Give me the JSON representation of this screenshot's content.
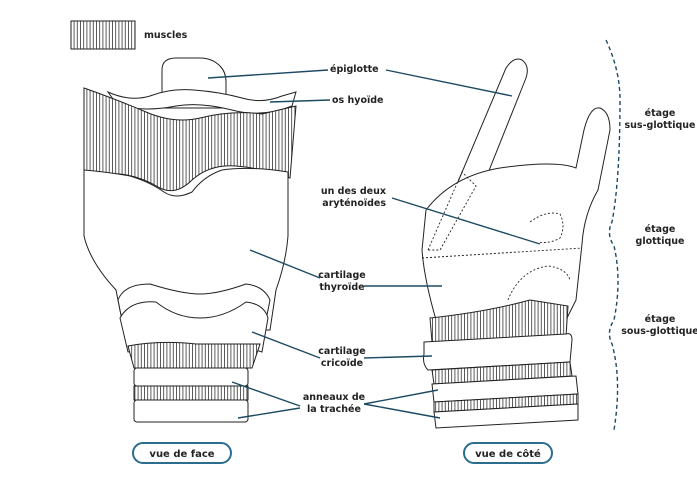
{
  "legend": {
    "label": "muscles"
  },
  "labels": {
    "epiglotte": "épiglotte",
    "os_hyoide": "os hyoïde",
    "aryt_1": "un des deux",
    "aryt_2": "aryténoïdes",
    "thyro_1": "cartilage",
    "thyro_2": "thyroïde",
    "crico_1": "cartilage",
    "crico_2": "cricoïde",
    "anneaux_1": "anneaux de",
    "anneaux_2": "la trachée"
  },
  "levels": {
    "sus_1": "étage",
    "sus_2": "sus-glottique",
    "glot_1": "étage",
    "glot_2": "glottique",
    "sous_1": "étage",
    "sous_2": "sous-glottique"
  },
  "views": {
    "front": "vue de face",
    "side": "vue de côté"
  },
  "colors": {
    "leader_line": "#1d4a63",
    "pill_border": "#2b6d8e",
    "outline": "#222222"
  }
}
